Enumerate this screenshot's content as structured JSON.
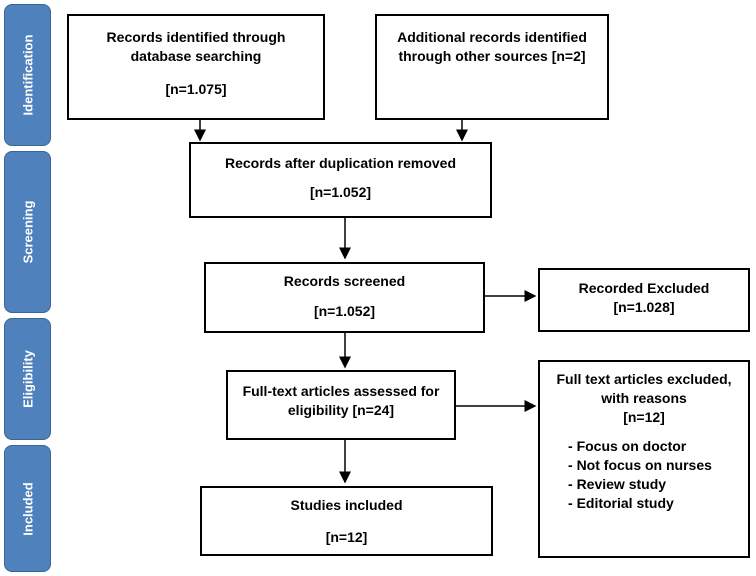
{
  "stages": [
    {
      "id": "identification",
      "label": "Identification"
    },
    {
      "id": "screening",
      "label": "Screening"
    },
    {
      "id": "eligibility",
      "label": "Eligibility"
    },
    {
      "id": "included",
      "label": "Included"
    }
  ],
  "boxes": {
    "db_search": {
      "text": "Records identified through database searching",
      "count": "[n=1.075]"
    },
    "other_sources": {
      "text": "Additional records identified through other sources [n=2]"
    },
    "after_duplicates": {
      "text": "Records after duplication removed",
      "count": "[n=1.052]"
    },
    "screened": {
      "text": "Records screened",
      "count": "[n=1.052]"
    },
    "excluded": {
      "text": "Recorded Excluded",
      "count": "[n=1.028]"
    },
    "full_text": {
      "text": "Full-text articles assessed for eligibility [n=24]"
    },
    "ft_excluded": {
      "text": "Full text articles excluded, with reasons",
      "count": "[n=12]",
      "reasons": [
        "Focus on doctor",
        "Not focus on nurses",
        "Review study",
        "Editorial study"
      ]
    },
    "included": {
      "text": "Studies included",
      "count": "[n=12]"
    }
  }
}
